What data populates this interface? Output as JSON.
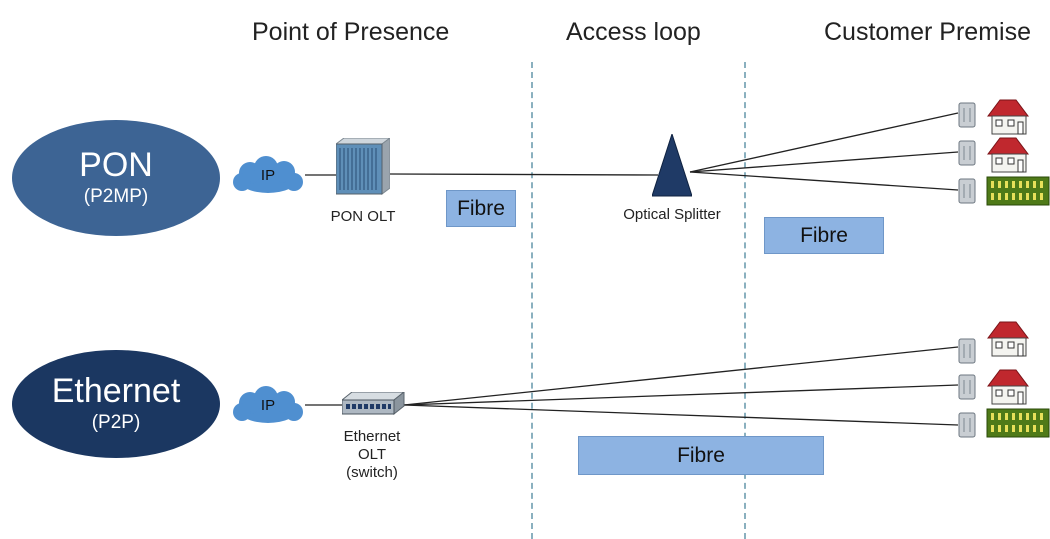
{
  "headers": {
    "point_of_presence": "Point of Presence",
    "access_loop": "Access loop",
    "customer_premise": "Customer Premise"
  },
  "pon": {
    "title": "PON",
    "subtitle": "(P2MP)",
    "cloud_label": "IP",
    "olt_label": "PON OLT",
    "fibre_left": "Fibre",
    "splitter_label": "Optical Splitter",
    "fibre_right": "Fibre"
  },
  "ethernet": {
    "title": "Ethernet",
    "subtitle": "(P2P)",
    "cloud_label": "IP",
    "olt_label_1": "Ethernet",
    "olt_label_2": "OLT",
    "olt_label_3": "(switch)",
    "fibre": "Fibre"
  },
  "colors": {
    "pon_ellipse": "#3d6494",
    "ethernet_ellipse": "#1b3761",
    "cloud": "#4f8fd0",
    "fibre_box": "#8db3e2",
    "splitter": "#1f3a66",
    "house_roof": "#c0282e",
    "building": "#4f7a18"
  }
}
